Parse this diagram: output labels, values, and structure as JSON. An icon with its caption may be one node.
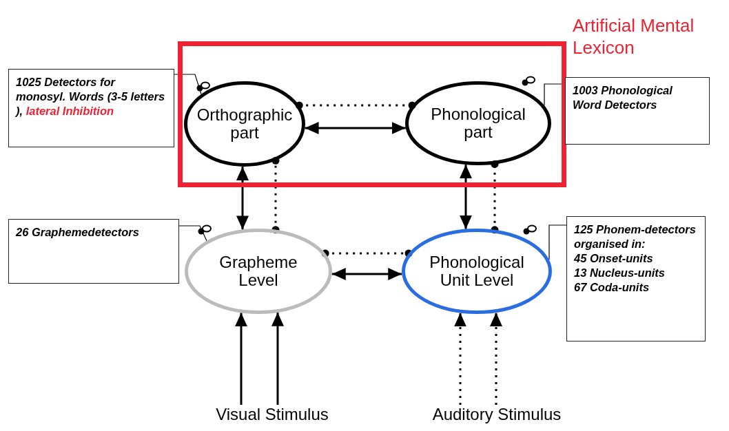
{
  "diagram": {
    "nodes": [
      {
        "text": [
          "Artificial Mental Lexicon"
        ]
      },
      {
        "text": [
          "Orthographic part"
        ],
        "in": 0
      },
      {
        "text": [
          "Phonological part"
        ],
        "in": 0
      },
      {
        "text": [
          "Grapheme Level"
        ]
      },
      {
        "text": [
          "Phonological Unit Level"
        ]
      },
      {
        "text": [
          "1025 Detectors for monosyl. Words (3-5 letters ),",
          "lateral Inhibition"
        ]
      },
      {
        "text": [
          "26 Graphemedetectors"
        ]
      },
      {
        "text": [
          "1003 Phonological Word Detectors"
        ]
      },
      {
        "text": [
          "125 Phonem-detectors organised in:",
          "45 Onset-units",
          "13 Nucleus-units",
          "67 Coda-units"
        ]
      },
      {
        "text": [
          "Visual Stimulus"
        ]
      },
      {
        "text": [
          "Auditory Stimulus"
        ]
      }
    ],
    "edges": [
      {
        "from": 1,
        "to": 2,
        "arrow": "both"
      },
      {
        "from": 1,
        "to": 2,
        "arrow": "other",
        "style": "dashed"
      },
      {
        "from": 3,
        "to": 1,
        "arrow": "both"
      },
      {
        "from": 3,
        "to": 1,
        "arrow": "other",
        "style": "dashed"
      },
      {
        "from": 4,
        "to": 2,
        "arrow": "both"
      },
      {
        "from": 4,
        "to": 2,
        "arrow": "other",
        "style": "dashed"
      },
      {
        "from": 3,
        "to": 4,
        "arrow": "both"
      },
      {
        "from": 3,
        "to": 4,
        "arrow": "other",
        "style": "dashed"
      },
      {
        "from": 9,
        "to": 3,
        "arrow": "to"
      },
      {
        "from": 9,
        "to": 3,
        "arrow": "to"
      },
      {
        "from": 10,
        "to": 4,
        "arrow": "to",
        "style": "dashed"
      },
      {
        "from": 10,
        "to": 4,
        "arrow": "to",
        "style": "dashed"
      },
      {
        "from": 5,
        "to": 1,
        "arrow": "none"
      },
      {
        "from": 6,
        "to": 3,
        "arrow": "none"
      },
      {
        "from": 7,
        "to": 2,
        "arrow": "none"
      },
      {
        "from": 8,
        "to": 4,
        "arrow": "none"
      }
    ]
  }
}
